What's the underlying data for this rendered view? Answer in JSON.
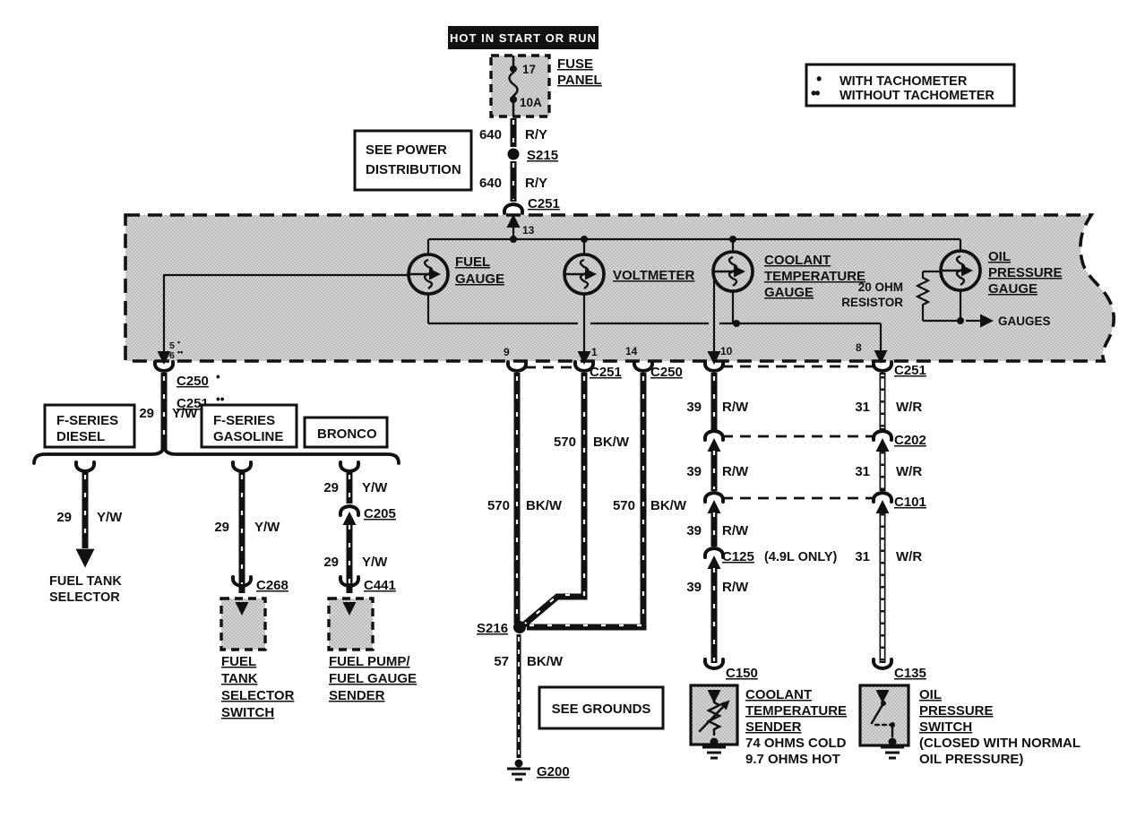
{
  "power_feed": {
    "hot_label": "HOT IN START OR RUN",
    "fuse_panel": {
      "label1": "FUSE",
      "label2": "PANEL",
      "pin": "17",
      "rating": "10A"
    },
    "see_power_note": {
      "line1": "SEE POWER",
      "line2": "DISTRIBUTION"
    },
    "wire_upper": {
      "gauge": "640",
      "color": "R/Y"
    },
    "splice": "S215",
    "wire_lower": {
      "gauge": "640",
      "color": "R/Y"
    },
    "connector": "C251"
  },
  "legend": {
    "dot_single": "•",
    "with_tach": "WITH TACHOMETER",
    "dot_double": "••",
    "without_tach": "WITHOUT TACHOMETER"
  },
  "cluster": {
    "pin13": "13",
    "fuel_gauge": {
      "line1": "FUEL",
      "line2": "GAUGE"
    },
    "voltmeter": {
      "line1": "VOLTMETER"
    },
    "coolant_gauge": {
      "line1": "COOLANT",
      "line2": "TEMPERATURE",
      "line3": "GAUGE"
    },
    "oil_gauge": {
      "line1": "OIL",
      "line2": "PRESSURE",
      "line3": "GAUGE"
    },
    "resistor": {
      "line1": "20 OHM",
      "line2": "RESISTOR"
    },
    "gauges_out": "GAUGES",
    "pin5": "5",
    "pin5_dots": "•",
    "pin6": "6",
    "pin6_dots": "••",
    "pin9": "9",
    "pin1": "1",
    "pin14": "14",
    "pin10": "10",
    "pin8": "8",
    "conn_c251_left": "C251",
    "conn_c250_mid": "C250",
    "conn_c251_right": "C251"
  },
  "fuel_branch": {
    "conn_c250": "C250",
    "conn_c250_dots": "•",
    "conn_c251": "C251",
    "conn_c251_dots": "••",
    "wire_main": {
      "gauge": "29",
      "color": "Y/W"
    },
    "box_diesel": {
      "line1": "F-SERIES",
      "line2": "DIESEL"
    },
    "box_gasoline": {
      "line1": "F-SERIES",
      "line2": "GASOLINE"
    },
    "box_bronco": {
      "line1": "BRONCO"
    },
    "wire_diesel": {
      "gauge": "29",
      "color": "Y/W"
    },
    "fuel_tank_selector": {
      "line1": "FUEL TANK",
      "line2": "SELECTOR"
    },
    "wire_gasoline": {
      "gauge": "29",
      "color": "Y/W"
    },
    "conn_c268": "C268",
    "selector_switch": {
      "line1": "FUEL",
      "line2": "TANK",
      "line3": "SELECTOR",
      "line4": "SWITCH"
    },
    "wire_bronco_upper": {
      "gauge": "29",
      "color": "Y/W"
    },
    "conn_c205": "C205",
    "wire_bronco_lower": {
      "gauge": "29",
      "color": "Y/W"
    },
    "conn_c441": "C441",
    "pump_sender": {
      "line1": "FUEL PUMP/",
      "line2": "FUEL GAUGE",
      "line3": "SENDER"
    }
  },
  "ground_branch": {
    "wire_left": {
      "gauge": "570",
      "color": "BK/W"
    },
    "wire_mid": {
      "gauge": "570",
      "color": "BK/W"
    },
    "wire_right": {
      "gauge": "570",
      "color": "BK/W"
    },
    "splice": "S216",
    "wire_ground": {
      "gauge": "57",
      "color": "BK/W"
    },
    "ground": "G200",
    "see_grounds_note": "SEE GROUNDS"
  },
  "coolant_branch": {
    "seg1": {
      "gauge": "39",
      "color": "R/W"
    },
    "conn_c202": "C202",
    "seg2": {
      "gauge": "39",
      "color": "R/W"
    },
    "conn_c101": "C101",
    "seg3": {
      "gauge": "39",
      "color": "R/W"
    },
    "conn_c125": "C125",
    "c125_note": "(4.9L ONLY)",
    "seg4": {
      "gauge": "39",
      "color": "R/W"
    },
    "conn_c150": "C150",
    "sender": {
      "line1": "COOLANT",
      "line2": "TEMPERATURE",
      "line3": "SENDER",
      "line4": "74 OHMS COLD",
      "line5": "9.7 OHMS HOT"
    }
  },
  "oil_branch": {
    "seg1": {
      "gauge": "31",
      "color": "W/R"
    },
    "seg2": {
      "gauge": "31",
      "color": "W/R"
    },
    "seg3": {
      "gauge": "31",
      "color": "W/R"
    },
    "conn_c135": "C135",
    "switch": {
      "line1": "OIL",
      "line2": "PRESSURE",
      "line3": "SWITCH",
      "line4": "(CLOSED WITH NORMAL",
      "line5": "OIL PRESSURE)"
    }
  },
  "colors": {
    "wire_black": "#111111",
    "band_gray": "#d6d6d6",
    "halftone_dot": "#a8a8a8",
    "paper": "#ffffff"
  }
}
